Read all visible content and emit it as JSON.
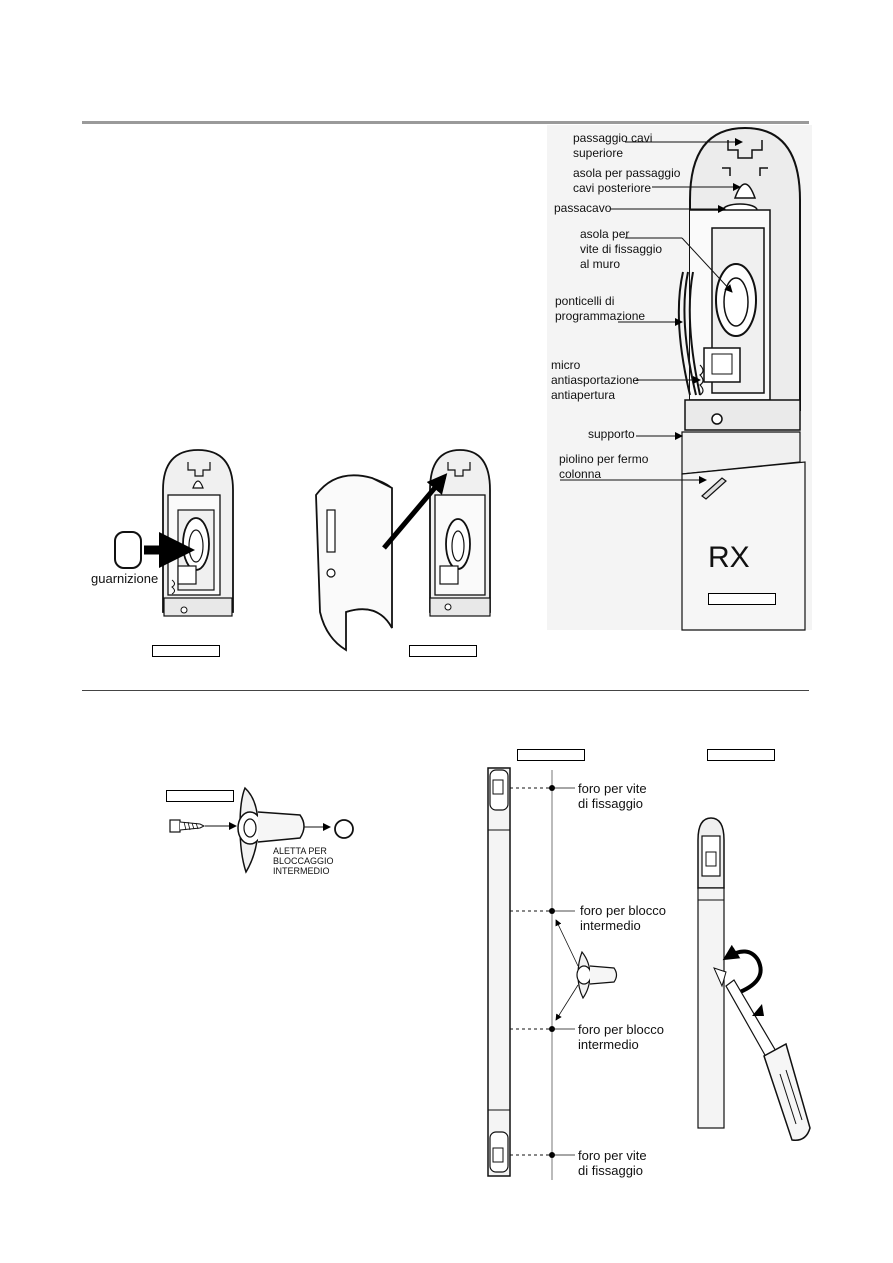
{
  "labels": {
    "passaggio_cavi_superiore": [
      "passaggio  cavi",
      "superiore"
    ],
    "asola_passaggio_cavi": [
      "asola per passaggio",
      "cavi posteriore"
    ],
    "passacavo": "passacavo",
    "asola_vite": [
      "asola per",
      "vite di fissaggio",
      "al muro"
    ],
    "ponticelli": [
      "ponticelli di",
      "programmazione"
    ],
    "micro": [
      "micro",
      "antiasportazione",
      "antiapertura"
    ],
    "supporto": "supporto",
    "piolino": [
      "piolino per fermo",
      "colonna"
    ],
    "rx": "RX",
    "guarnizione": "guarnizione",
    "aletta": [
      "ALETTA PER",
      "BLOCCAGGIO",
      "INTERMEDIO"
    ],
    "foro_vite_top": [
      "foro per vite",
      "di fissaggio"
    ],
    "foro_blocco_1": [
      "foro per blocco",
      "intermedio"
    ],
    "foro_blocco_2": [
      "foro per blocco",
      "intermedio"
    ],
    "foro_vite_bottom": [
      "foro per vite",
      "di fissaggio"
    ]
  }
}
